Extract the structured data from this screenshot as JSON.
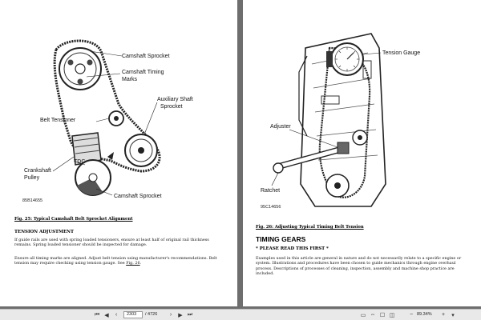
{
  "left_page": {
    "figure_labels": {
      "camshaft_sprocket_top": "Camshaft Sprocket",
      "camshaft_timing": "Camshaft Timing",
      "marks": "Marks",
      "auxiliary": "Auxiliary Shaft",
      "sprocket": "Sprocket",
      "belt_tensioner": "Belt Tensioner",
      "tdc": "TDC",
      "crankshaft": "Crankshaft",
      "pulley": "Pulley",
      "camshaft_sprocket_bottom": "Camshaft Sprocket",
      "fig_code": "85B14655"
    },
    "caption": "Fig. 25: Typical Camshaft Belt Sprocket Alignment",
    "section_heading": "TENSION ADJUSTMENT",
    "para1": "If guide rails are used with spring loaded tensioners, ensure at least half of original rail thickness remains. Spring loaded tensioner should be inspected for damage.",
    "para2": "Ensure all timing marks are aligned. Adjust belt tension using manufacturer's recommendations. Belt tension may require checking using tension gauge. See",
    "para2_link": "Fig. 26",
    "para2_end": "."
  },
  "right_page": {
    "figure_labels": {
      "tension_gauge": "Tension Gauge",
      "adjuster": "Adjuster",
      "ratchet": "Ratchet",
      "fig_code": "95C14656"
    },
    "caption": "Fig. 26: Adjusting Typical Timing Belt Tension",
    "heading": "TIMING GEARS",
    "subheading": "* PLEASE READ THIS FIRST *",
    "para": "Examples used in this article are general in nature and do not necessarily relate to a specific engine or system. Illustrations and procedures have been chosen to guide mechanics through engine overhaul process. Descriptions of processes of cleaning, inspection, assembly and machine shop practice are included."
  },
  "status_bar": {
    "page_value": "2303",
    "page_total": "/ 4726",
    "zoom": "89.34%"
  }
}
